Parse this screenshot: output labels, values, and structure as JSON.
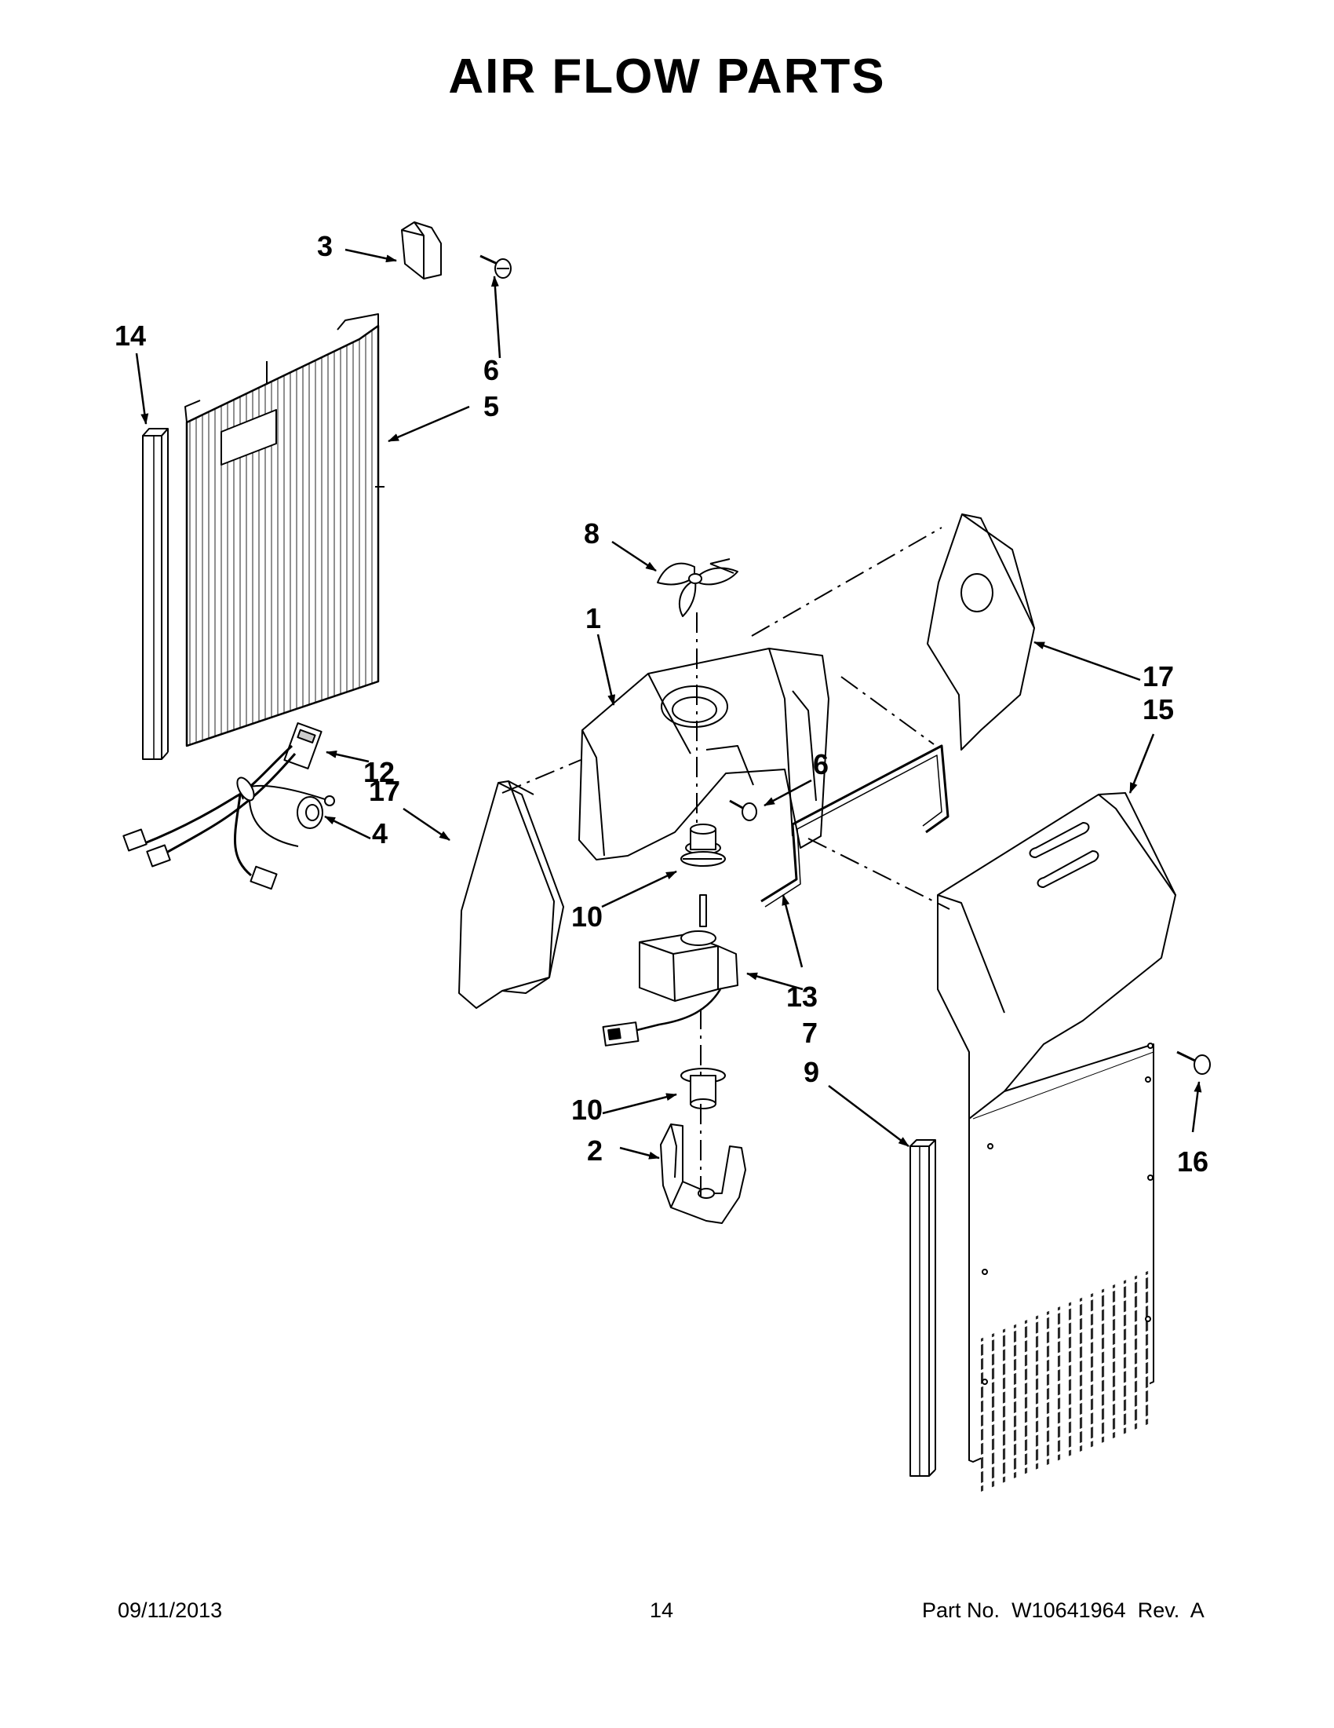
{
  "title": "AIR FLOW PARTS",
  "callouts": {
    "c1": "1",
    "c2": "2",
    "c3": "3",
    "c4": "4",
    "c5": "5",
    "c6a": "6",
    "c6b": "6",
    "c7": "7",
    "c8": "8",
    "c9": "9",
    "c10a": "10",
    "c10b": "10",
    "c12": "12",
    "c13": "13",
    "c14": "14",
    "c15": "15",
    "c16": "16",
    "c17a": "17",
    "c17b": "17"
  },
  "footer": {
    "date": "09/11/2013",
    "page": "14",
    "part_label": "Part No.",
    "part_number": "W10641964",
    "rev_label": "Rev.",
    "rev": "A"
  }
}
